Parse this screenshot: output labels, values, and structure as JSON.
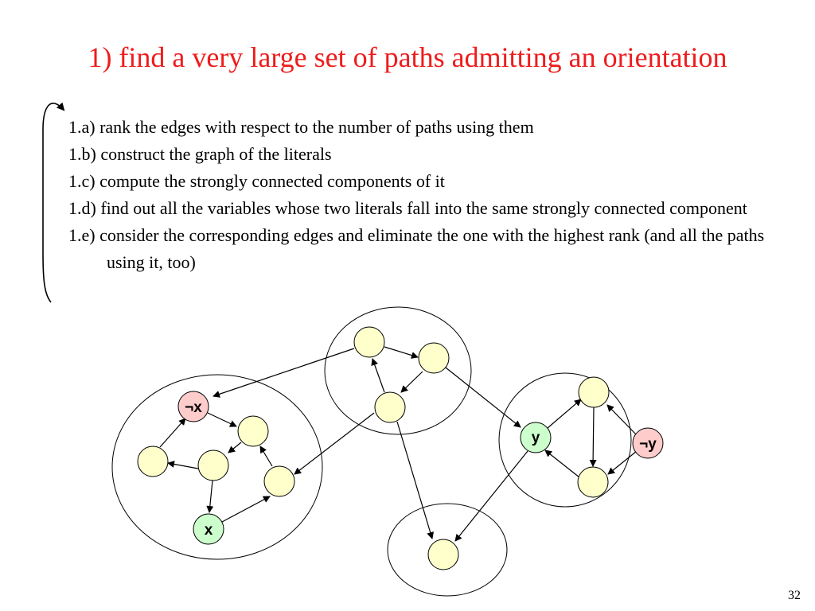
{
  "slide": {
    "title": "1) find a very large set of paths admitting an orientation",
    "steps": [
      "1.a) rank the edges with respect to the number of paths using them",
      "1.b) construct the graph of the literals",
      "1.c) compute the strongly connected components of it",
      "1.d) find out all the variables whose two literals fall into the same strongly connected component",
      "1.e) consider the corresponding edges and eliminate the one with the highest rank (and all the paths using it, too)"
    ],
    "page_number": "32"
  },
  "diagram": {
    "labels": {
      "not_x": "¬x",
      "x": "x",
      "y": "y",
      "not_y": "¬y"
    },
    "colors": {
      "default_node": "#ffffcc",
      "negated_literal_node": "#ffcccc",
      "positive_literal_node": "#ccffcc",
      "title": "#ee1c1c"
    }
  }
}
